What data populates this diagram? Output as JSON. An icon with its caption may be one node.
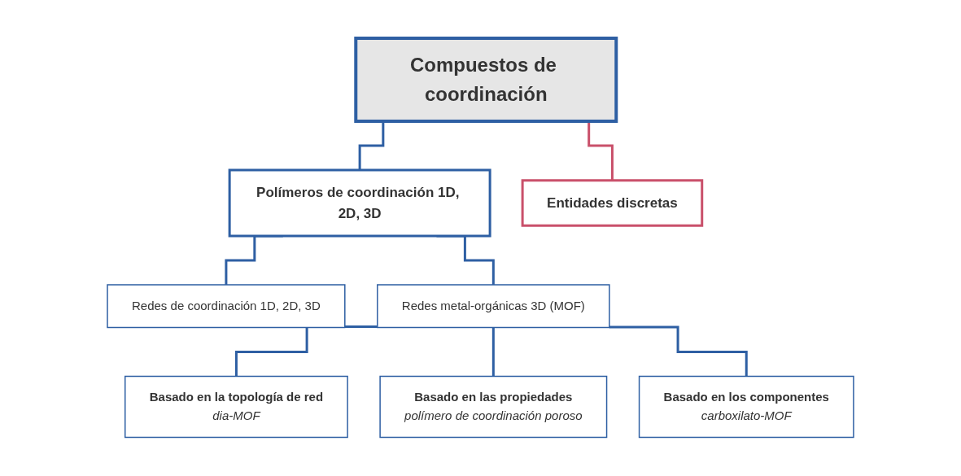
{
  "diagram": {
    "nodes": [
      {
        "text": [
          "Compuestos de coordinación"
        ]
      },
      {
        "text": [
          "Polímeros de coordinación 1D, 2D, 3D"
        ]
      },
      {
        "text": [
          "Entidades discretas"
        ]
      },
      {
        "text": [
          "Redes de coordinación 1D, 2D, 3D"
        ]
      },
      {
        "text": [
          "Redes metal-orgánicas 3D (MOF)"
        ]
      },
      {
        "text": [
          "Basado en la topología de red",
          "dia-MOF"
        ]
      },
      {
        "text": [
          "Basado en las propiedades",
          "polímero de coordinación poroso"
        ]
      },
      {
        "text": [
          "Basado en los componentes",
          "carboxilato-MOF"
        ]
      }
    ],
    "edges": [
      {
        "from": 0,
        "to": 1,
        "arrow": "none"
      },
      {
        "from": 0,
        "to": 2,
        "arrow": "none",
        "color": "#c9506a"
      },
      {
        "from": 1,
        "to": 3,
        "arrow": "none"
      },
      {
        "from": 1,
        "to": 4,
        "arrow": "none"
      },
      {
        "from": 4,
        "to": 5,
        "arrow": "none"
      },
      {
        "from": 4,
        "to": 6,
        "arrow": "none"
      },
      {
        "from": 4,
        "to": 7,
        "arrow": "none"
      }
    ]
  }
}
